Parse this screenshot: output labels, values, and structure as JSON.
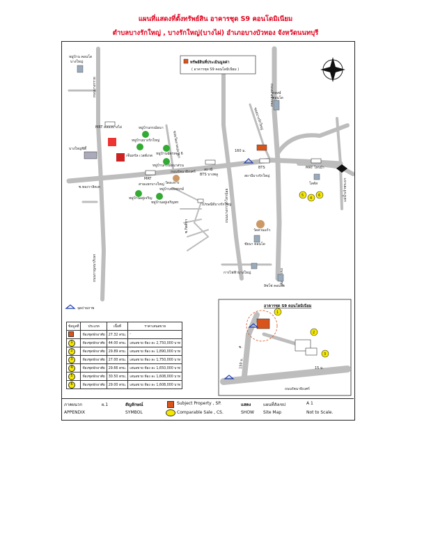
{
  "title_line1": "แผนที่แสดงที่ตั้งทรัพย์สิน อาคารชุด S9 คอนโดมิเนียม",
  "title_line2": "ตำบลบางรักใหญ่ , บางรักใหญ่(บางไผ่) อำเภอบางบัวทอง  จังหวัดนนทบุรี",
  "subject_box": {
    "line1": "ทรัพย์สินที่ประเมินมูลค่า",
    "line2": "( อาคารชุด S9 คอนโดมิเนียม )"
  },
  "north": "N",
  "labels": {
    "condo_top_left": "หมู่บ้าน คอนโด",
    "condo_top_left2": "บางใหญ่",
    "mrt_klang": "MRT คลองบางไผ่",
    "big_c": "บางใหญ่ซิตี้",
    "village_1": "หมู่บ้านกรณ์ธนา",
    "village_2": "หมู่บ้านบางรักใหญ่",
    "central": "เซ็นทรัล เวสต์เกต",
    "village_3": "หมู่บ้านฉัตรทอง 6",
    "village_4": "หมู่บ้านกรณ์ธนาส่วน",
    "mrt_sam": "MRT",
    "mrt_sam2": "สามแยกบางใหญ่",
    "temple_1": "วัดละหาร",
    "village_5": "หมู่บ้านชัยพฤกษ์",
    "village_6": "หมู่บ้านสุขาภิบาล",
    "village_7": "หมู่บ้านอยู่เจริญ",
    "village_8": "หมู่บ้านอยู่เจริญพร",
    "post": "ไปรษณีย์บางรักใหญ่",
    "station_1": "สถานี",
    "station_1b": "BTS บางพลู",
    "station_2": "BTS",
    "station_2b": "สถานีบางรักใหญ่",
    "mrt_right": "MRT ไทรม้า",
    "road_main": "ถนนรัตนาธิเบศร์",
    "road_left": "ถนนกาญจนาภิเษก",
    "road_left2": "ถนนบางกรวย",
    "road_mid": "ถนนบางกรวย-ไทรน้อย",
    "road_right": "ถนนบางบัวทอง",
    "road_far_right": "ถนนนนทบุรี",
    "soi_right": "ซอยบางรักใหญ่",
    "soi_mid": "ซอยวัดลาดปลาดุก",
    "river": "แม่น้ำเจ้าพระยา",
    "condo_r1": "วรพงษ์",
    "condo_r1b": "คอนโด",
    "wat_r": "วัดสวนแก้ว",
    "condo_r2": "ชัยนา คอนโด",
    "ega": "การไฟฟ้าบางใหญ่",
    "condo_r3": "ลิชโช่ คอนโด",
    "lotus": "โลตัส",
    "dist_160": "160 ม.",
    "photo_point": "จุดถ่ายภาพ",
    "road_small": "ซ.ทองวาลิคเค",
    "soi_small": "ซ.กิตติกา"
  },
  "comparables_markers": [
    "1",
    "2",
    "3",
    "4",
    "5",
    "6"
  ],
  "comparison_table": {
    "headers": [
      "ข้อมูลที่",
      "ประเภท",
      "เนื้อที่",
      "ราคาเสนอขาย"
    ],
    "rows": [
      {
        "id": "",
        "type": "ห้องชุดพักอาศัย",
        "area": "27.32 ตรม.",
        "price": "-"
      },
      {
        "id": "1",
        "type": "ห้องชุดพักอาศัย",
        "area": "44.00 ตรม.",
        "price": "เสนอขาย ห้อง ละ 2,750,000 บาท"
      },
      {
        "id": "2",
        "type": "ห้องชุดพักอาศัย",
        "area": "29.89 ตรม.",
        "price": "เสนอขาย ห้อง ละ 1,890,000 บาท"
      },
      {
        "id": "3",
        "type": "ห้องชุดพักอาศัย",
        "area": "27.00 ตรม.",
        "price": "เสนอขาย ห้อง ละ 1,750,000 บาท"
      },
      {
        "id": "4",
        "type": "ห้องชุดพักอาศัย",
        "area": "29.66 ตรม.",
        "price": "เสนอขาย ห้อง ละ 1,650,000 บาท"
      },
      {
        "id": "5",
        "type": "ห้องชุดพักอาศัย",
        "area": "30.50 ตรม.",
        "price": "เสนอขาย ห้อง ละ 1,608,000 บาท"
      },
      {
        "id": "6",
        "type": "ห้องชุดพักอาศัย",
        "area": "29.00 ตรม.",
        "price": "เสนอขาย ห้อง ละ 1,608,000 บาท"
      }
    ]
  },
  "inset": {
    "title": "อาคารชุด S9 คอนโดมิเนียม",
    "road": "ถนนรัตนาธิเบศร์",
    "dist_150": "150 ม.",
    "dist_15": "15 ม.",
    "soi": "ซ.",
    "markers": [
      "1",
      "2",
      "3"
    ]
  },
  "footer": {
    "appendix_th": "ภาคผนวก",
    "appendix_en": "APPENDIX",
    "appendix_no": "ผ.1",
    "symbol_th": "สัญลักษณ์",
    "symbol_en": "SYMBOL",
    "subject_legend": "Subject  Property , SP.",
    "comp_legend": "Comparable Sale , CS.",
    "show_th": "แสดง",
    "show_en": "SHOW",
    "show_val_th": "แผนที่สังเขป",
    "show_val_en": "Site Map",
    "scale_code": "A 1",
    "scale": "Not to Scale."
  },
  "colors": {
    "title": "#e0001b",
    "subject": "#d9541a",
    "comparable": "#f5e800",
    "road": "#bdbdbd"
  }
}
